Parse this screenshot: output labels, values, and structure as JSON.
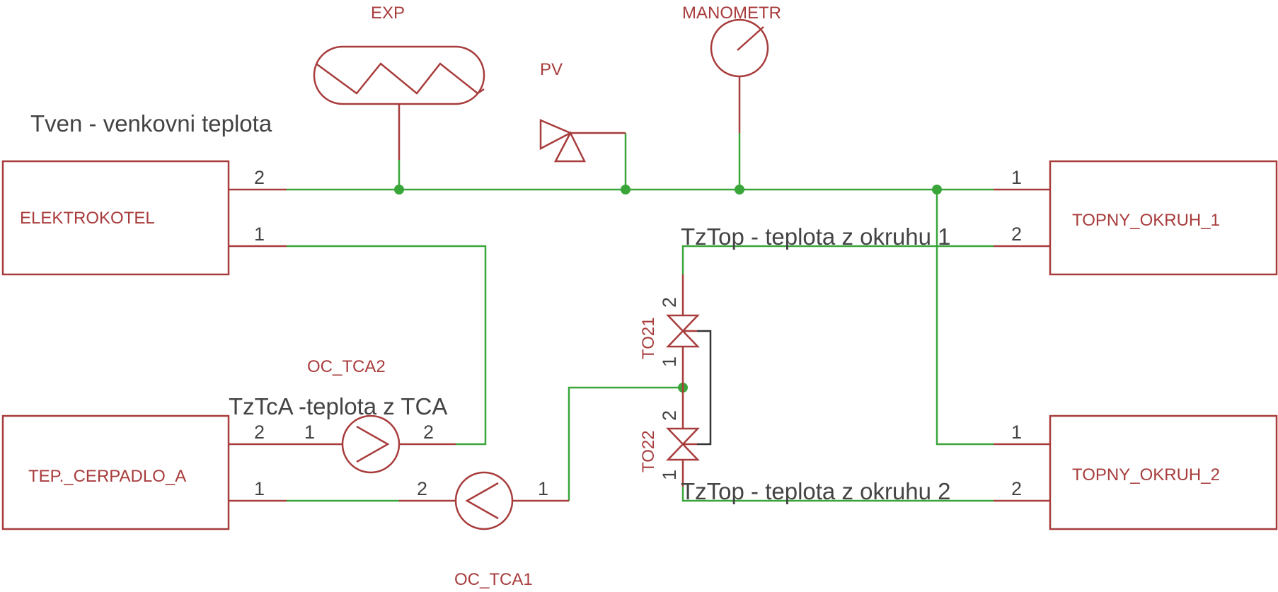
{
  "components": {
    "elektrokotel": "ELEKTROKOTEL",
    "tep_cerpadlo": "TEP._CERPADLO_A",
    "topny_okruh_1": "TOPNY_OKRUH_1",
    "topny_okruh_2": "TOPNY_OKRUH_2",
    "exp": "EXP",
    "pv": "PV",
    "manometr": "MANOMETR",
    "oc_tca1": "OC_TCA1",
    "oc_tca2": "OC_TCA2",
    "to21": "TO21",
    "to22": "TO22"
  },
  "notes": {
    "tven": "Tven - venkovni teplota",
    "tztop1": "TzTop - teplota z okruhu 1",
    "tztop2": "TzTop - teplota z okruhu 2",
    "tztca": "TzTcA -teplota z TCA"
  },
  "pins": {
    "p1": "1",
    "p2": "2"
  },
  "colors": {
    "part": "#a83c3c",
    "wire": "#3aa63a",
    "text": "#444444",
    "link": "#333333"
  }
}
